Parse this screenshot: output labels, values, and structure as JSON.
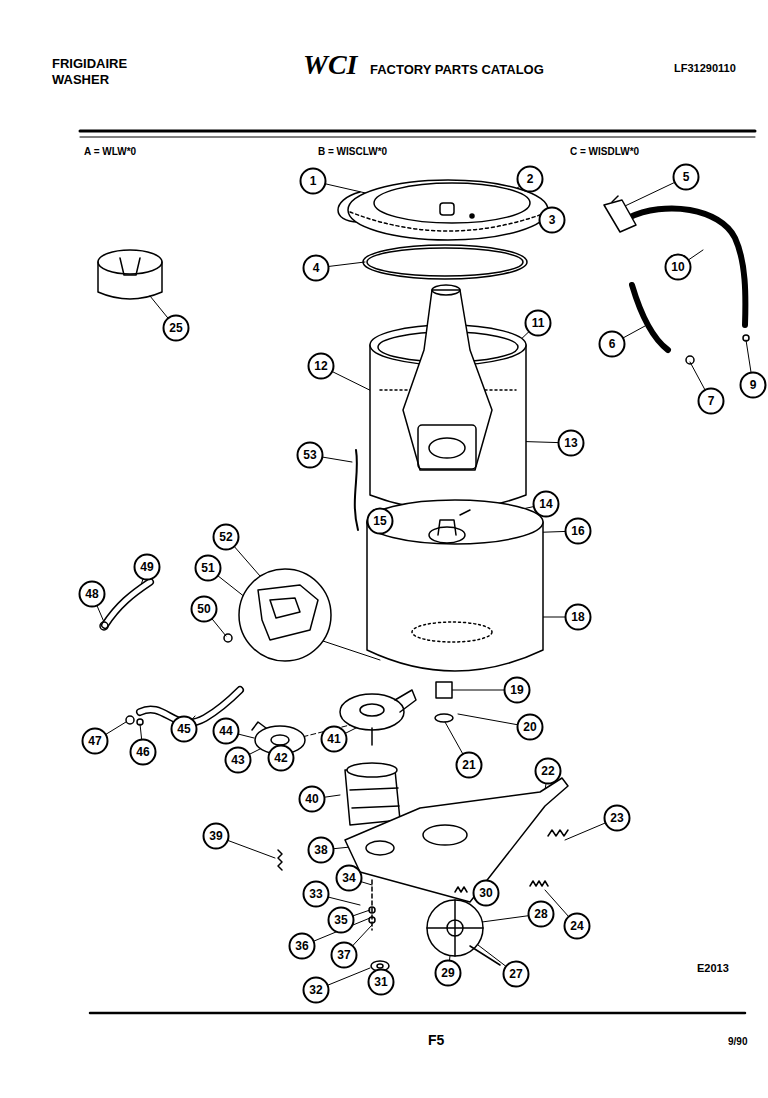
{
  "diagram": {
    "nodes": [
      {
        "text": [
          "5"
        ]
      },
      {
        "text": [
          "2"
        ]
      },
      {
        "text": [
          "1"
        ]
      },
      {
        "text": [
          "3"
        ]
      },
      {
        "text": [
          "10"
        ]
      },
      {
        "text": [
          "4"
        ]
      },
      {
        "text": [
          "11"
        ]
      },
      {
        "text": [
          "25"
        ]
      },
      {
        "text": [
          "6"
        ]
      },
      {
        "text": [
          "12"
        ]
      },
      {
        "text": [
          "9"
        ]
      },
      {
        "text": [
          "7"
        ]
      },
      {
        "text": [
          "13"
        ]
      },
      {
        "text": [
          "53"
        ]
      },
      {
        "text": [
          "14"
        ]
      },
      {
        "text": [
          "15"
        ]
      },
      {
        "text": [
          "16"
        ]
      },
      {
        "text": [
          "52"
        ]
      },
      {
        "text": [
          "49"
        ]
      },
      {
        "text": [
          "51"
        ]
      },
      {
        "text": [
          "48"
        ]
      },
      {
        "text": [
          "50"
        ]
      },
      {
        "text": [
          "18"
        ]
      },
      {
        "text": [
          "19"
        ]
      },
      {
        "text": [
          "20"
        ]
      },
      {
        "text": [
          "45"
        ]
      },
      {
        "text": [
          "44"
        ]
      },
      {
        "text": [
          "41"
        ]
      },
      {
        "text": [
          "47"
        ]
      },
      {
        "text": [
          "46"
        ]
      },
      {
        "text": [
          "42"
        ]
      },
      {
        "text": [
          "43"
        ]
      },
      {
        "text": [
          "21"
        ]
      },
      {
        "text": [
          "22"
        ]
      },
      {
        "text": [
          "40"
        ]
      },
      {
        "text": [
          "23"
        ]
      },
      {
        "text": [
          "39"
        ]
      },
      {
        "text": [
          "38"
        ]
      },
      {
        "text": [
          "34"
        ]
      },
      {
        "text": [
          "30"
        ]
      },
      {
        "text": [
          "33"
        ]
      },
      {
        "text": [
          "28"
        ]
      },
      {
        "text": [
          "35"
        ]
      },
      {
        "text": [
          "24"
        ]
      },
      {
        "text": [
          "36"
        ]
      },
      {
        "text": [
          "37"
        ]
      },
      {
        "text": [
          "29"
        ]
      },
      {
        "text": [
          "27"
        ]
      },
      {
        "text": [
          "31"
        ]
      },
      {
        "text": [
          "32"
        ]
      }
    ],
    "labels": [
      "FRIGIDAIRE WASHER",
      "WCI",
      "FACTORY PARTS CATALOG",
      "LF31290110",
      "A = WLW*0",
      "B = WISCLW*0",
      "C = WISDLW*0",
      "E2013",
      "F5",
      "9/90"
    ]
  }
}
